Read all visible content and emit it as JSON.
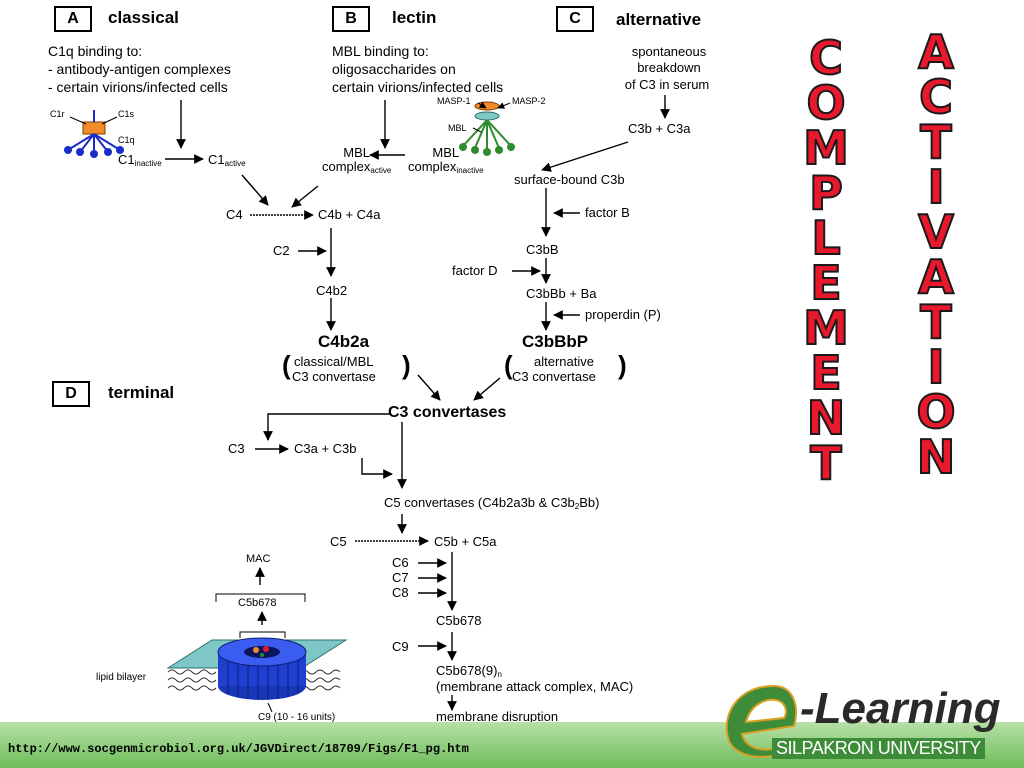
{
  "panel_a": {
    "tag": "A",
    "title": "classical",
    "line1": "C1q binding to:",
    "line2": "- antibody-antigen complexes",
    "line3": "- certain virions/infected cells",
    "c1r": "C1r",
    "c1s": "C1s",
    "c1q": "C1q",
    "c1_inactive": "C1",
    "c1_inactive_sub": "inactive",
    "c1_active": "C1",
    "c1_active_sub": "active"
  },
  "panel_b": {
    "tag": "B",
    "title": "lectin",
    "line1": "MBL binding to:",
    "line2": "oligosaccharides on",
    "line3": "certain virions/infected cells",
    "masp1": "MASP-1",
    "masp2": "MASP-2",
    "mbl": "MBL",
    "mbl_complex_active_1": "MBL",
    "mbl_complex_active_2": "complex",
    "mbl_complex_active_sub": "active",
    "mbl_complex_inactive_1": "MBL",
    "mbl_complex_inactive_2": "complex",
    "mbl_complex_inactive_sub": "inactive"
  },
  "panel_c": {
    "tag": "C",
    "title": "alternative",
    "line1": "spontaneous",
    "line2": "breakdown",
    "line3": "of C3 in serum",
    "c3b_c3a": "C3b + C3a",
    "surface_bound": "surface-bound C3b",
    "factor_b": "factor B",
    "c3bb": "C3bB",
    "factor_d": "factor D",
    "c3bbb_ba": "C3bBb + Ba",
    "properdin": "properdin (P)",
    "c3bbbp": "C3bBbP",
    "alt_conv_1": "alternative",
    "alt_conv_2": "C3 convertase"
  },
  "classical_flow": {
    "c4": "C4",
    "c4b_c4a": "C4b + C4a",
    "c2": "C2",
    "c4b2": "C4b2",
    "c4b2a": "C4b2a",
    "conv_1": "classical/MBL",
    "conv_2": "C3 convertase"
  },
  "panel_d": {
    "tag": "D",
    "title": "terminal",
    "c3_convertases": "C3 convertases",
    "c3": "C3",
    "c3a_c3b": "C3a + C3b",
    "c5_convertases": "C5 convertases (C4b2a3b & C3b",
    "c5_convertases_sub": "2",
    "c5_convertases_end": "Bb)",
    "c5": "C5",
    "c5b_c5a": "C5b + C5a",
    "c6": "C6",
    "c7": "C7",
    "c8": "C8",
    "c5b678": "C5b678",
    "c9": "C9",
    "c5b6789": "C5b678(9)",
    "c5b6789_sub": "n",
    "mac_desc": "(membrane attack complex, MAC)",
    "disruption": "membrane disruption",
    "mac": "MAC",
    "pore_c5b678": "C5b678",
    "lipid_bilayer": "lipid bilayer",
    "c9_units": "C9 (10 - 16 units)"
  },
  "side_titles": {
    "complement": [
      "C",
      "O",
      "M",
      "P",
      "L",
      "E",
      "M",
      "E",
      "N",
      "T"
    ],
    "activation": [
      "A",
      "C",
      "T",
      "I",
      "V",
      "A",
      "T",
      "I",
      "O",
      "N"
    ]
  },
  "footer": {
    "url": "http://www.socgenmicrobiol.org.uk/JGVDirect/18709/Figs/F1_pg.htm",
    "logo_word": "-Learning",
    "logo_sub": "SILPAKRON UNIVERSITY"
  },
  "colors": {
    "title_red": "#e8192c",
    "footer_green": "#6ebd5a",
    "pore_blue": "#1e3fd0",
    "mbl_green": "#2e8b2e",
    "c1q_blue": "#1a2cc9"
  }
}
